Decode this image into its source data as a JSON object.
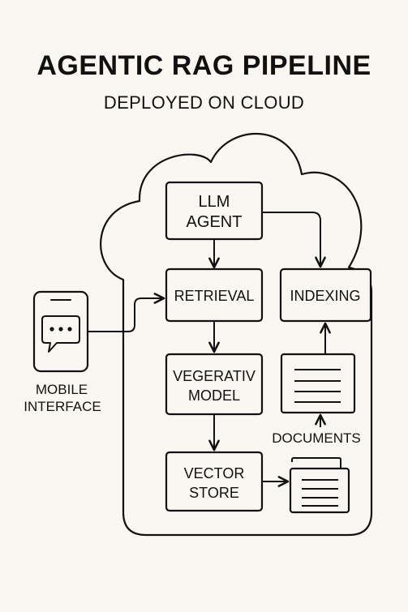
{
  "header": {
    "title": "AGENTIC RAG PIPELINE",
    "subtitle": "DEPLOYED ON CLOUD"
  },
  "nodes": {
    "llm_agent": [
      "LLM",
      "AGENT"
    ],
    "retrieval": [
      "RETRIEVAL"
    ],
    "vegerativ_model": [
      "VEGERATIV",
      "MODEL"
    ],
    "vector_store": [
      "VECTOR",
      "STORE"
    ],
    "indexing": [
      "INDEXING"
    ],
    "documents_label": "DOCUMENTS"
  },
  "external": {
    "mobile_label": [
      "MOBILE",
      "INTERFACE"
    ]
  },
  "icons": {
    "cloud": "cloud-outline",
    "phone": "smartphone-chat-icon",
    "documents": "document-lines-icon",
    "documents_stack": "stacked-documents-icon"
  },
  "colors": {
    "background": "#faf7f2",
    "stroke": "#111111"
  }
}
